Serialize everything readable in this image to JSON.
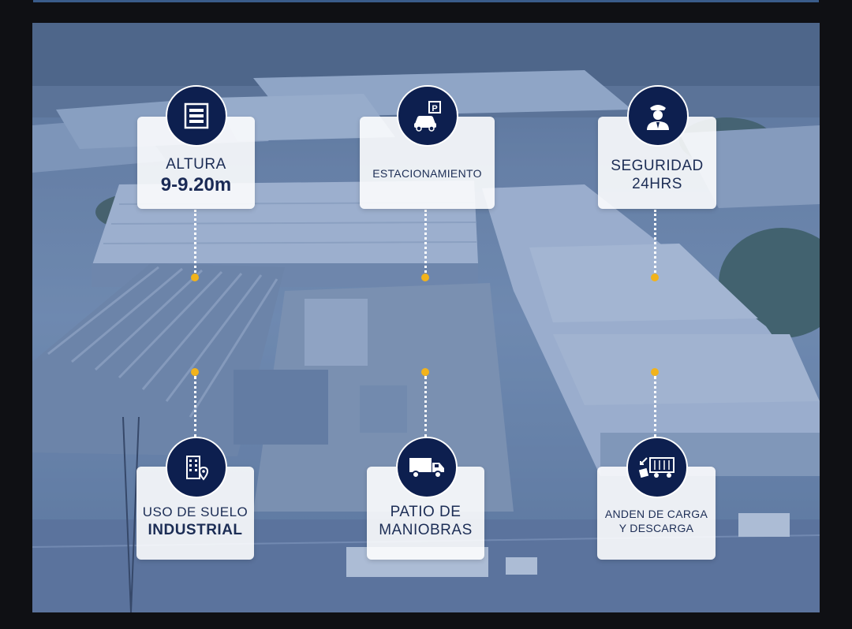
{
  "features": [
    {
      "id": "altura",
      "line1": "ALTURA",
      "line2": "9-9.20m",
      "icon": "warehouse-icon"
    },
    {
      "id": "estacionamiento",
      "line1": "ESTACIONAMIENTO",
      "icon": "parking-car-icon"
    },
    {
      "id": "seguridad",
      "line1": "SEGURIDAD",
      "line2": "24HRS",
      "icon": "security-guard-icon"
    },
    {
      "id": "uso",
      "line1": "USO DE SUELO",
      "line2": "INDUSTRIAL",
      "icon": "building-location-icon"
    },
    {
      "id": "patio",
      "line1": "PATIO DE",
      "line2": "MANIOBRAS",
      "icon": "truck-icon"
    },
    {
      "id": "anden",
      "line1": "ANDEN DE CARGA",
      "line2": "Y DESCARGA",
      "icon": "loading-dock-icon"
    }
  ],
  "colors": {
    "accent": "#0d1f4f",
    "connector_dot": "#f2b31b",
    "card_bg": "#ffffff",
    "text": "#1c2d55"
  }
}
